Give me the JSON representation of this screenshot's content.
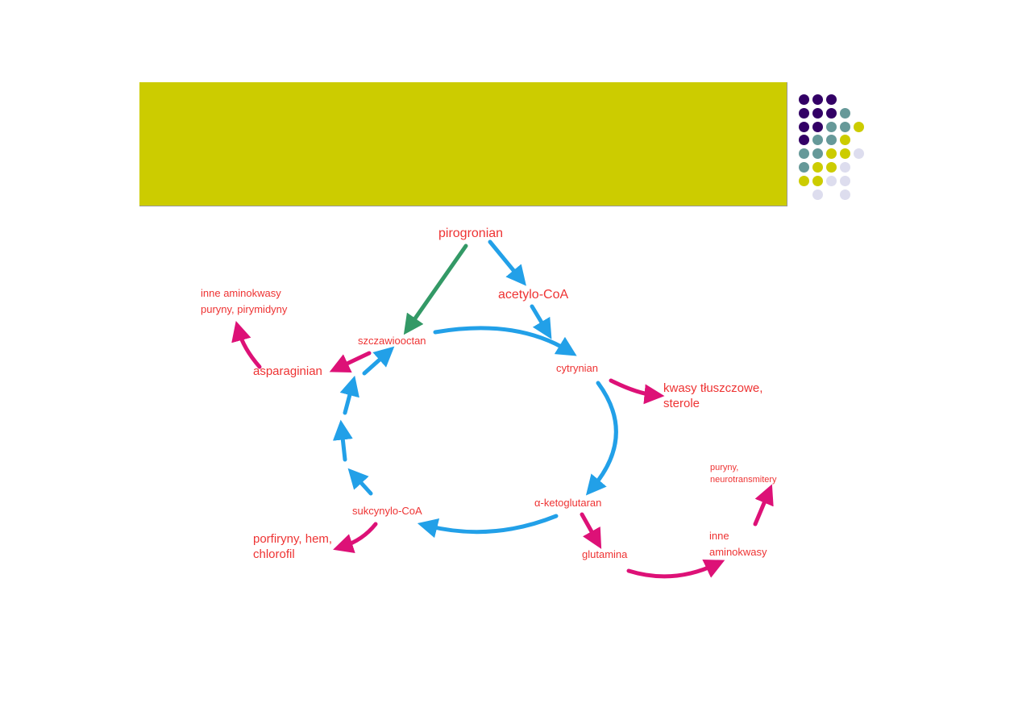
{
  "colors": {
    "banner": "#cccc00",
    "purple": "#330066",
    "teal": "#669999",
    "yellow": "#cccc00",
    "lavender": "#ddddee",
    "label": "#ee3333",
    "cycle_arrow": "#22a0e8",
    "green_arrow": "#339966",
    "pink_arrow": "#dd1177"
  },
  "dot_grid": [
    [
      "purple",
      "purple",
      "purple",
      null,
      null
    ],
    [
      "purple",
      "purple",
      "purple",
      "teal",
      null
    ],
    [
      "purple",
      "purple",
      "teal",
      "teal",
      "yellow"
    ],
    [
      "purple",
      "teal",
      "teal",
      "yellow",
      null
    ],
    [
      "teal",
      "teal",
      "yellow",
      "yellow",
      "lavender"
    ],
    [
      "teal",
      "yellow",
      "yellow",
      "lavender",
      null
    ],
    [
      "yellow",
      "yellow",
      "lavender",
      "lavender",
      null
    ],
    [
      null,
      "lavender",
      null,
      "lavender",
      null
    ]
  ],
  "labels": {
    "pirogronian": "pirogronian",
    "acetylo_coa": "acetylo-CoA",
    "szczawiooctan": "szczawiooctan",
    "cytrynian": "cytrynian",
    "kwasy_1": "kwasy tłuszczowe,",
    "kwasy_2": "sterole",
    "alfa_ketoglutaran": "α-ketoglutaran",
    "glutamina": "glutamina",
    "inne_amino_1": "inne",
    "inne_amino_2": "aminokwasy",
    "puryny_neuro_1": "puryny,",
    "puryny_neuro_2": "neurotransmitery",
    "sukcynylo_coa": "sukcynylo-CoA",
    "porfiryny_1": "porfiryny, hem,",
    "porfiryny_2": "chlorofil",
    "asparaginian": "asparaginian",
    "inne_top_1": "inne aminokwasy",
    "inne_top_2": "puryny, pirymidyny"
  }
}
